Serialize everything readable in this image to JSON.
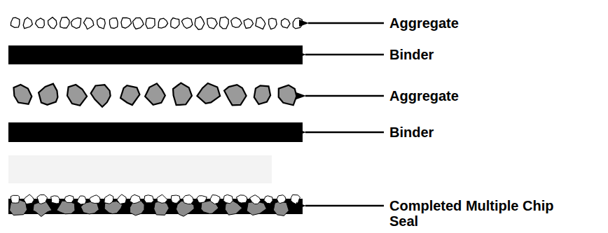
{
  "diagram": {
    "labels": [
      "Aggregate",
      "Binder",
      "Aggregate",
      "Binder",
      "Completed Multiple Chip Seal"
    ]
  }
}
